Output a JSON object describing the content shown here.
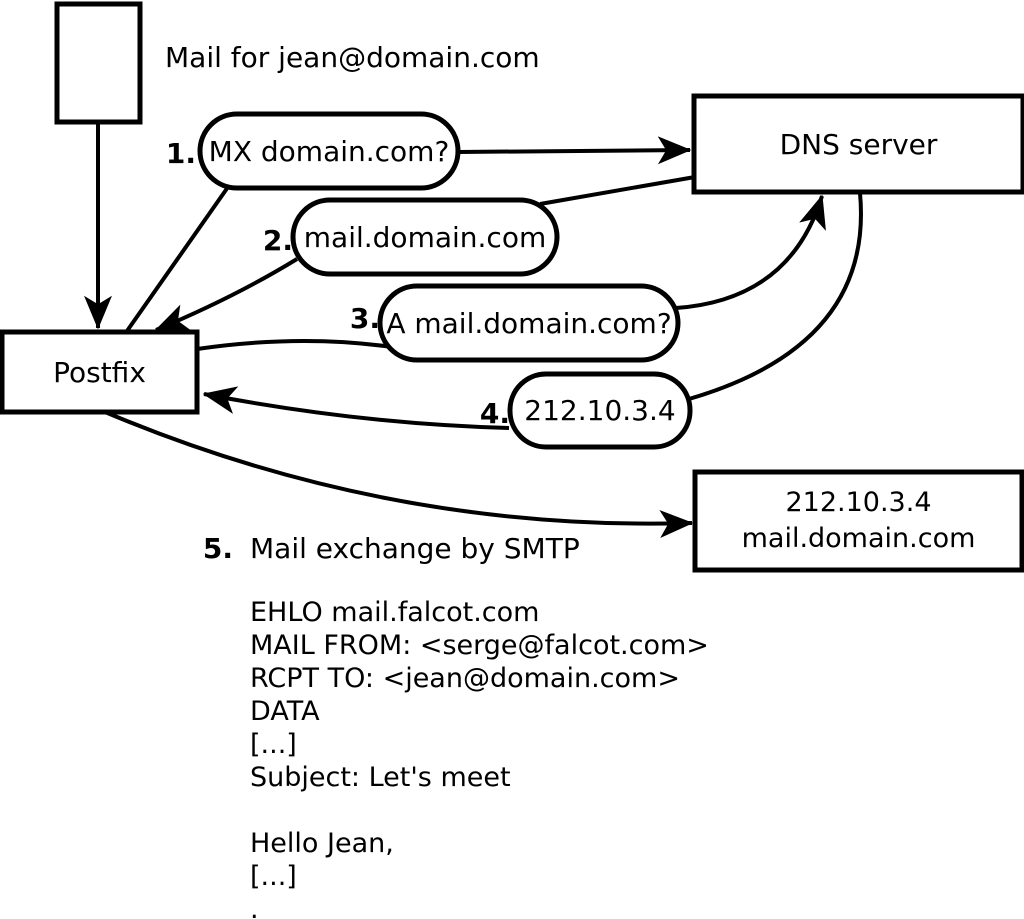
{
  "diagram": {
    "title": "Mail for jean@domain.com",
    "nodes": {
      "mail_message": {
        "shape": "rectangle",
        "label": ""
      },
      "postfix": {
        "label": "Postfix"
      },
      "dns_server": {
        "label": "DNS server"
      },
      "mail_server": {
        "label": "212.10.3.4\nmail.domain.com"
      }
    },
    "steps": {
      "s1": {
        "num": "1.",
        "label": "MX domain.com?",
        "from": "Postfix",
        "to": "DNS server"
      },
      "s2": {
        "num": "2.",
        "label": "mail.domain.com",
        "from": "DNS server",
        "to": "Postfix"
      },
      "s3": {
        "num": "3.",
        "label": "A mail.domain.com?",
        "from": "Postfix",
        "to": "DNS server"
      },
      "s4": {
        "num": "4.",
        "label": "212.10.3.4",
        "from": "DNS server",
        "to": "Postfix"
      },
      "s5": {
        "num": "5.",
        "label": "Mail exchange by SMTP",
        "from": "Postfix",
        "to": "212.10.3.4"
      }
    },
    "smtp_session": "EHLO mail.falcot.com\nMAIL FROM: <serge@falcot.com>\nRCPT TO: <jean@domain.com>\nDATA\n[...]\nSubject: Let's meet\n\nHello Jean,\n[...]\n.",
    "colors": {
      "stroke": "#000000",
      "fill": "#ffffff"
    }
  }
}
